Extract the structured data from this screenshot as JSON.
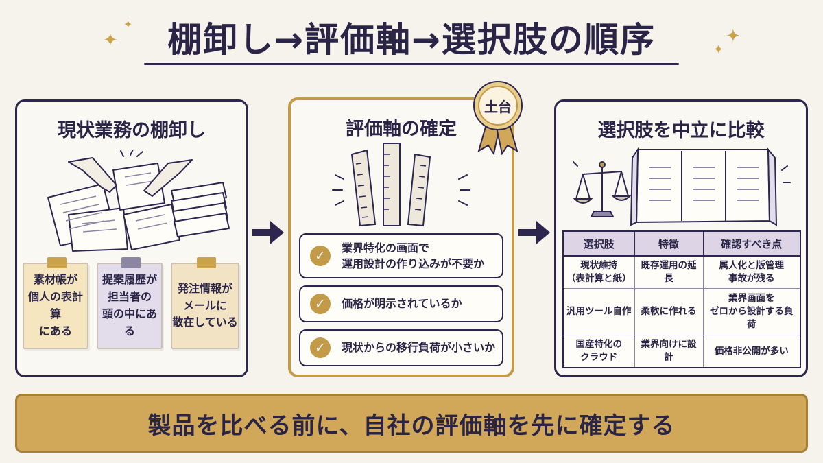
{
  "title": "棚卸し→評価軸→選択肢の順序",
  "colors": {
    "navy": "#2d2750",
    "gold": "#c39a48",
    "banner": "#d1a759",
    "note_yellow": "#f5e6bf",
    "note_lavender": "#e3dceb",
    "note_cream": "#f2e3c4"
  },
  "panels": [
    {
      "title": "現状業務の棚卸し",
      "notes": [
        {
          "text": "素材帳が\n個人の表計算\nにある"
        },
        {
          "text": "提案履歴が\n担当者の\n頭の中にある"
        },
        {
          "text": "発注情報が\nメールに\n散在している"
        }
      ]
    },
    {
      "title": "評価軸の確定",
      "badge": "土台",
      "checks": [
        {
          "text": "業界特化の画面で\n運用設計の作り込みが不要か"
        },
        {
          "text": "価格が明示されているか"
        },
        {
          "text": "現状からの移行負荷が小さいか"
        }
      ]
    },
    {
      "title": "選択肢を中立に比較",
      "table": {
        "headers": [
          "選択肢",
          "特徴",
          "確認すべき点"
        ],
        "rows": [
          [
            "現状維持\n（表計算と紙）",
            "既存運用の延長",
            "属人化と版管理\n事故が残る"
          ],
          [
            "汎用ツール自作",
            "柔軟に作れる",
            "業界画面を\nゼロから設計する負荷"
          ],
          [
            "国産特化の\nクラウド",
            "業界向けに設計",
            "価格非公開が多い"
          ]
        ]
      }
    }
  ],
  "banner": "製品を比べる前に、自社の評価軸を先に確定する"
}
